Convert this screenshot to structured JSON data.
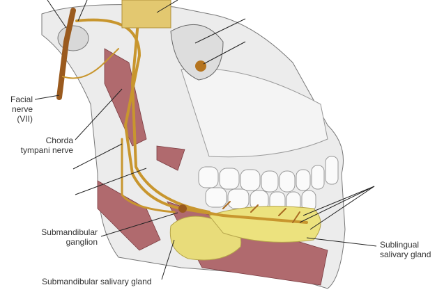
{
  "labels": {
    "facial_nerve_1": "Facial",
    "facial_nerve_2": "nerve",
    "facial_nerve_3": "(VII)",
    "chorda_1": "Chorda",
    "chorda_2": "tympani nerve",
    "ganglion_1": "Submandibular",
    "ganglion_2": "ganglion",
    "submandibular_gland": "Submandibular salivary gland",
    "sublingual_1": "Sublingual",
    "sublingual_2": "salivary gland"
  },
  "colors": {
    "nerve": "#c8962e",
    "facial_nerve": "#9a5a1e",
    "muscle": "#b06a6e",
    "gland": "#e8dc7a",
    "bone": "#e6e6e6"
  }
}
